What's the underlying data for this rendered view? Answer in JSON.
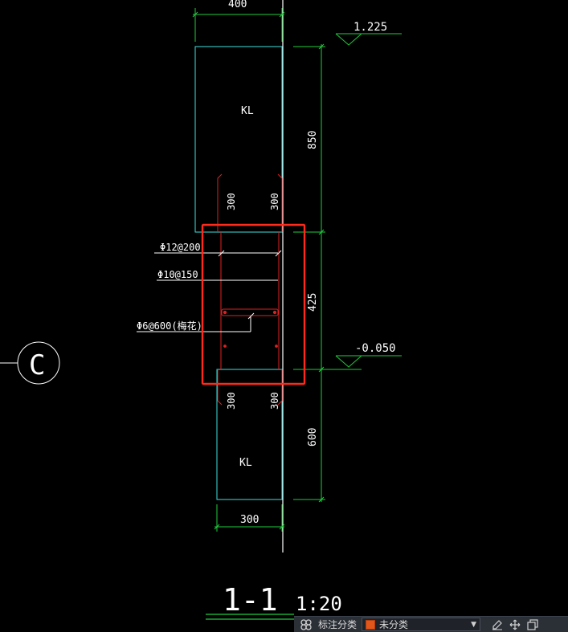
{
  "drawing": {
    "dim_top_width": "400",
    "dim_bottom_width": "300",
    "dim_upper_height": "850",
    "dim_joint_height": "425",
    "dim_lower_height": "600",
    "dim_upper_300_a": "300",
    "dim_upper_300_b": "300",
    "dim_lower_300_a": "300",
    "dim_lower_300_b": "300",
    "elev_top": "1.225",
    "elev_bottom": "-0.050",
    "beam_upper_label": "KL",
    "beam_lower_label": "KL",
    "rebar_label_1": "Φ12@200",
    "rebar_label_2": "Φ10@150",
    "rebar_label_3": "Φ6@600(梅花)",
    "axis_label": "C",
    "section_title": "1-1",
    "scale": "1:20"
  },
  "toolbar": {
    "category_label": "标注分类",
    "category_value": "未分类",
    "category_color": "#e0561b",
    "icons": [
      "layers-icon",
      "edit-icon",
      "move-icon",
      "copy-icon"
    ]
  },
  "colors": {
    "background": "#000000",
    "outline_cyan": "#40e0e0",
    "dimension_green": "#1fcc3c",
    "rebar_red": "#e02020",
    "highlight_red": "#ff2a1a",
    "text_white": "#ffffff"
  }
}
